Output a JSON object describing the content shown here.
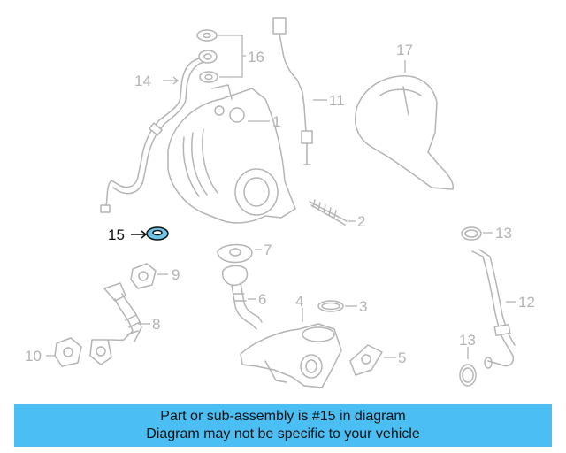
{
  "callouts": {
    "c1": "1",
    "c2": "2",
    "c3": "3",
    "c4": "4",
    "c5": "5",
    "c6": "6",
    "c7": "7",
    "c8": "8",
    "c9": "9",
    "c10": "10",
    "c11": "11",
    "c12": "12",
    "c13a": "13",
    "c13b": "13",
    "c14": "14",
    "c15": "15",
    "c16": "16",
    "c17": "17"
  },
  "highlighted_part": "15",
  "colors": {
    "highlight_fill": "#6ec3e8",
    "banner": "#4bbff4",
    "line": "#b4b4b4",
    "text": "#111111"
  },
  "banner": {
    "line1": "Part or sub-assembly is #15 in diagram",
    "line2": "Diagram may not be specific to your vehicle"
  }
}
